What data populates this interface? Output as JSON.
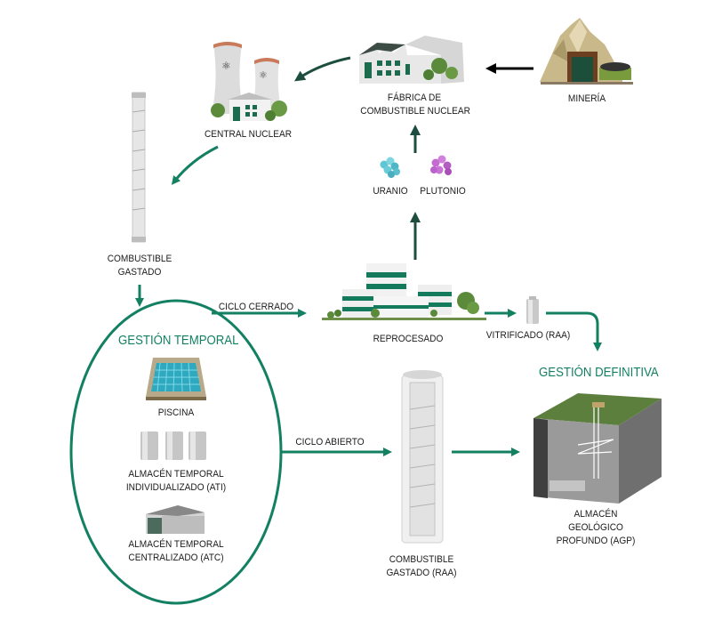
{
  "diagram": {
    "colors": {
      "accent_green": "#138062",
      "dark_green": "#1c4d3e",
      "arrow_black": "#000000",
      "text": "#1b1b1b"
    },
    "nodes": {
      "mineria": {
        "label": "MINERÍA",
        "icon": "mine-icon"
      },
      "fabrica": {
        "label_line1": "FÁBRICA DE",
        "label_line2": "COMBUSTIBLE NUCLEAR",
        "icon": "factory-icon"
      },
      "central": {
        "label": "CENTRAL NUCLEAR",
        "icon": "nuclear-plant-icon"
      },
      "combustible_gastado": {
        "label_line1": "COMBUSTIBLE",
        "label_line2": "GASTADO",
        "icon": "fuel-rod-icon"
      },
      "uranio": {
        "label": "URANIO",
        "icon": "uranium-molecule-icon"
      },
      "plutonio": {
        "label": "PLUTONIO",
        "icon": "plutonium-molecule-icon"
      },
      "reprocesado": {
        "label": "REPROCESADO",
        "icon": "reprocessing-plant-icon"
      },
      "vitrificado": {
        "label": "VITRIFICADO (RAA)",
        "icon": "vitrified-canister-icon"
      },
      "combustible_gastado_raa": {
        "label_line1": "COMBUSTIBLE",
        "label_line2": "GASTADO (RAA)",
        "icon": "spent-fuel-container-icon"
      },
      "agp": {
        "label_line1": "ALMACÉN",
        "label_line2": "GEOLÓGICO",
        "label_line3": "PROFUNDO (AGP)",
        "icon": "deep-geological-repository-icon"
      }
    },
    "gestion_temporal": {
      "title": "GESTIÓN TEMPORAL",
      "items": [
        {
          "label_line1": "PISCINA",
          "icon": "pool-icon"
        },
        {
          "label_line1": "ALMACÉN TEMPORAL",
          "label_line2": "INDIVIDUALIZADO (ATI)",
          "icon": "dry-casks-icon"
        },
        {
          "label_line1": "ALMACÉN TEMPORAL",
          "label_line2": "CENTRALIZADO (ATC)",
          "icon": "warehouse-icon"
        }
      ]
    },
    "gestion_definitiva": {
      "title": "GESTIÓN DEFINITIVA"
    },
    "edges": {
      "ciclo_cerrado": "CICLO CERRADO",
      "ciclo_abierto": "CICLO ABIERTO"
    }
  }
}
